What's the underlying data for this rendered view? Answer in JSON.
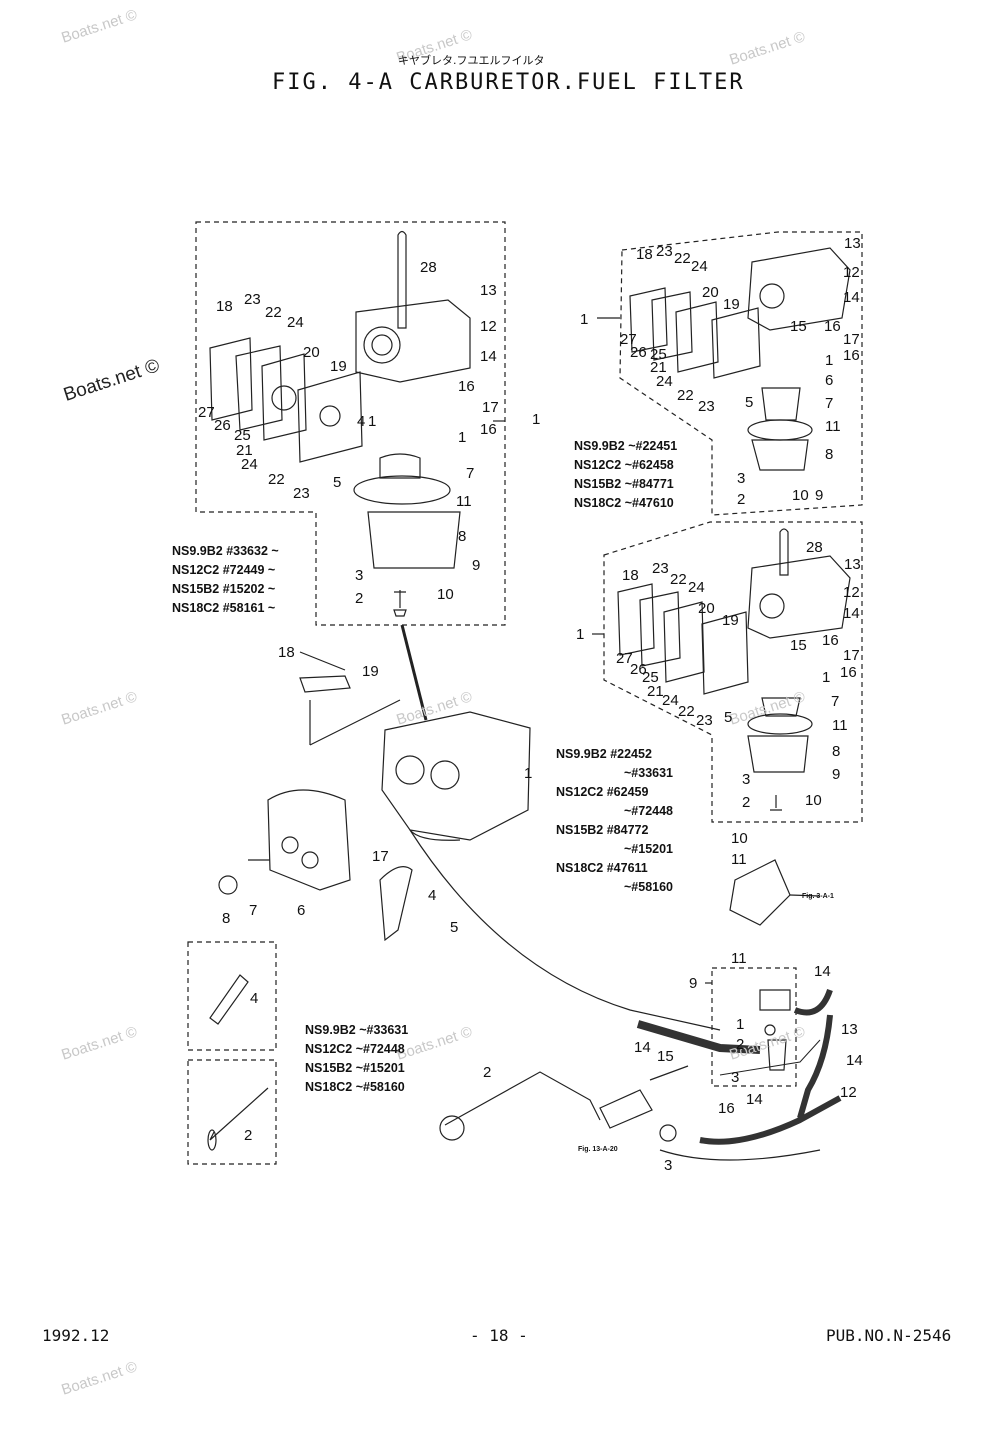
{
  "header": {
    "subtitle_jp": "キヤブレタ.フユエルフイルタ",
    "title": "FIG.  4-A CARBURETOR.FUEL FILTER"
  },
  "watermarks": [
    "Boats.net ©",
    "Boats.net ©",
    "Boats.net ©",
    "Boats.net ©",
    "Boats.net ©",
    "Boats.net ©",
    "Boats.net ©",
    "Boats.net ©",
    "Boats.net ©",
    "Boats.net ©",
    "Boats.net ©"
  ],
  "main_carb": {
    "labels": [
      "28",
      "13",
      "12",
      "14",
      "16",
      "17",
      "16",
      "1",
      "18",
      "23",
      "22",
      "24",
      "20",
      "19",
      "27",
      "26",
      "25",
      "21",
      "24",
      "22",
      "23",
      "4",
      "1",
      "5",
      "7",
      "11",
      "8",
      "3",
      "10",
      "9",
      "2",
      "1"
    ],
    "serials": [
      "NS9.9B2  #33632 ~",
      "NS12C2  #72449 ~",
      "NS15B2  #15202 ~",
      "NS18C2  #58161 ~"
    ]
  },
  "top_right_carb": {
    "labels": [
      "13",
      "18",
      "23",
      "22",
      "24",
      "12",
      "20",
      "14",
      "19",
      "1",
      "15",
      "16",
      "17",
      "27",
      "26",
      "25",
      "16",
      "21",
      "24",
      "1",
      "22",
      "23",
      "6",
      "5",
      "7",
      "11",
      "8",
      "3",
      "10",
      "9",
      "2"
    ],
    "serials": [
      "NS9.9B2  ~#22451",
      "NS12C2  ~#62458",
      "NS15B2  ~#84771",
      "NS18C2  ~#47610"
    ]
  },
  "mid_right_carb": {
    "labels": [
      "28",
      "13",
      "18",
      "23",
      "22",
      "24",
      "12",
      "20",
      "14",
      "19",
      "1",
      "16",
      "15",
      "17",
      "27",
      "26",
      "16",
      "25",
      "21",
      "24",
      "1",
      "22",
      "23",
      "5",
      "7",
      "11",
      "8",
      "3",
      "9",
      "2",
      "10"
    ],
    "serials": [
      "NS9.9B2  #22452",
      "~#33631",
      "NS12C2  #62459",
      "~#72448",
      "NS15B2  #84772",
      "~#15201",
      "NS18C2  #47611",
      "~#58160"
    ]
  },
  "assembly": {
    "labels": [
      "18",
      "19",
      "1",
      "17",
      "4",
      "5",
      "8",
      "7",
      "6",
      "4",
      "2"
    ],
    "serials": [
      "NS9.9B2  ~#33631",
      "NS12C2   ~#72448",
      "NS15B2   ~#15201",
      "NS18C2   ~#58160"
    ]
  },
  "fuel_filter": {
    "labels": [
      "10",
      "11",
      "11",
      "9",
      "14",
      "1",
      "2",
      "3",
      "13",
      "14",
      "12",
      "14",
      "15",
      "2",
      "16",
      "14",
      "3"
    ],
    "refs": [
      "Fig. 3-A-1",
      "Fig. 13-A-20"
    ]
  },
  "footer": {
    "date": "1992.12",
    "page": "- 18 -",
    "pub": "PUB.NO.N-2546"
  }
}
